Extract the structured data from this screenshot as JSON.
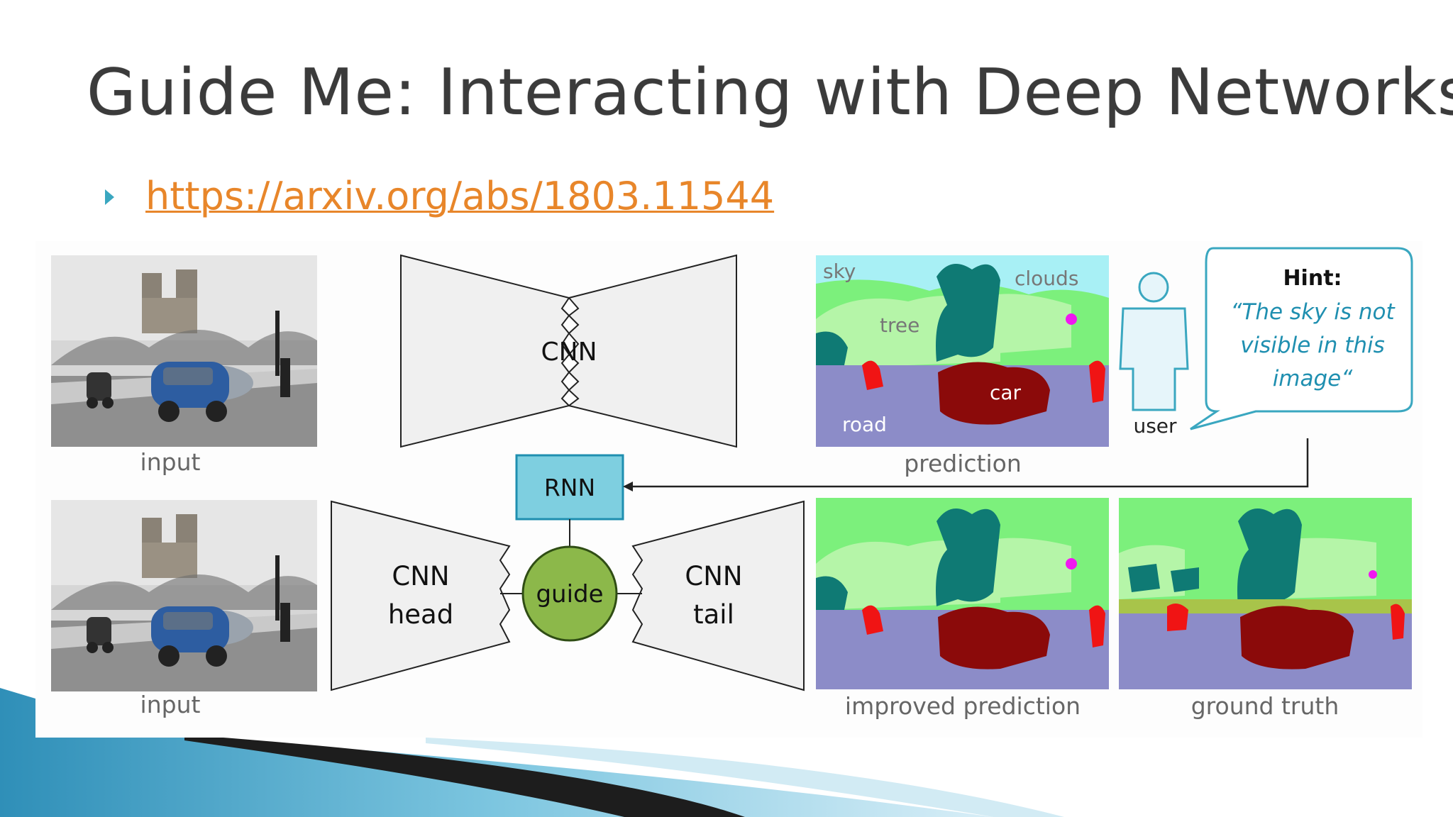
{
  "slide": {
    "title": "Guide Me: Interacting with Deep Networks",
    "link": "https://arxiv.org/abs/1803.11544"
  },
  "figure": {
    "input_label_top": "input",
    "input_label_bottom": "input",
    "cnn_label": "CNN",
    "rnn_label": "RNN",
    "guide_label": "guide",
    "cnn_head_line1": "CNN",
    "cnn_head_line2": "head",
    "cnn_tail_line1": "CNN",
    "cnn_tail_line2": "tail",
    "prediction_label": "prediction",
    "improved_prediction_label": "improved prediction",
    "ground_truth_label": "ground truth",
    "seg_sky": "sky",
    "seg_clouds": "clouds",
    "seg_tree": "tree",
    "seg_car": "car",
    "seg_road": "road",
    "user_label": "user",
    "hint_title": "Hint:",
    "hint_line1": "“The sky is not",
    "hint_line2": "visible in this",
    "hint_line3": "image“"
  },
  "colors": {
    "title": "#3b3b3b",
    "link": "#e8862a",
    "accent_teal": "#3aa7c0",
    "rnn_fill": "#7ecfe0",
    "guide_fill": "#8cb84a",
    "seg_green": "#7cf07c",
    "seg_lightgreen": "#b5f5a8",
    "seg_teal": "#0f7a74",
    "seg_road": "#8c8cc8",
    "seg_car": "#8b0a0a",
    "seg_red": "#f01414",
    "seg_sky": "#a8f0f5"
  }
}
